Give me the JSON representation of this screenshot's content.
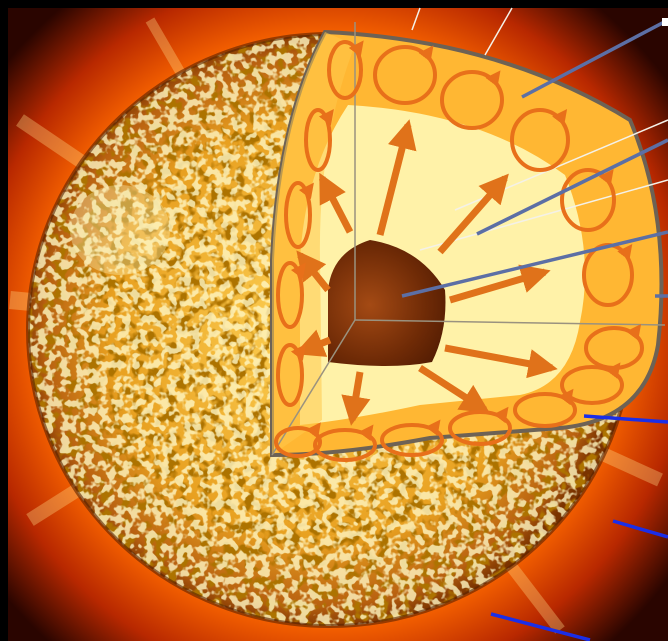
{
  "diagram": {
    "subject": "sun-interior-cutaway",
    "layers": [
      "core",
      "radiative-zone",
      "convective-zone",
      "photosphere",
      "corona"
    ],
    "colors": {
      "background": "#000000",
      "corona_inner": "#ffcc55",
      "corona_mid": "#ff6a00",
      "corona_outer": "#8a1a00",
      "photosphere_light": "#ffe27a",
      "photosphere_dark": "#6a2a00",
      "convective_zone": "#ffb733",
      "radiative_zone": "#fff2a8",
      "core": "#7a2f08",
      "arrows": "#e0721a",
      "pointer_gray": "#5c6fa5",
      "pointer_white": "#f4f1e8",
      "pointer_blue": "#1a2ee8",
      "rim": "#6d6255"
    }
  }
}
